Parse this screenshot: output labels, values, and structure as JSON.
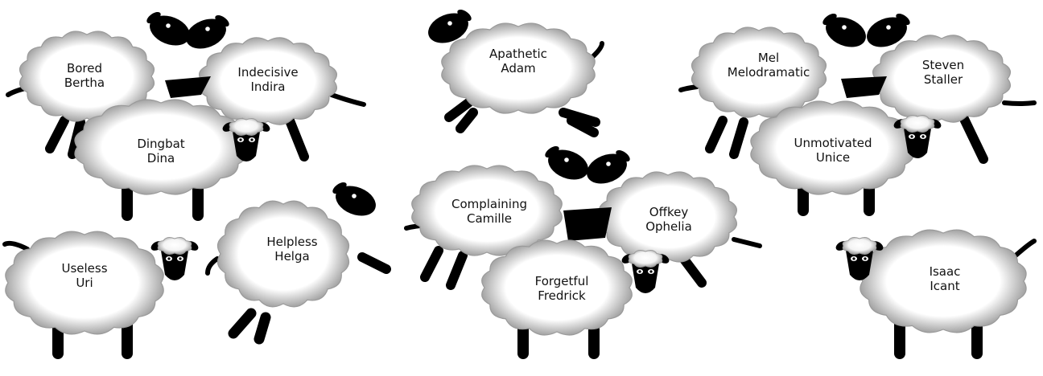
{
  "colors": {
    "wool_center": "#ffffff",
    "wool_edge": "#8a8a8a",
    "head": "#000000",
    "text": "#111111"
  },
  "sheep": [
    {
      "name_lines": [
        "Bored",
        "Bertha"
      ]
    },
    {
      "name_lines": [
        "Indecisive",
        "Indira"
      ]
    },
    {
      "name_lines": [
        "Dingbat",
        "Dina"
      ]
    },
    {
      "name_lines": [
        "Useless",
        "Uri"
      ]
    },
    {
      "name_lines": [
        "Helpless",
        "Helga"
      ]
    },
    {
      "name_lines": [
        "Apathetic",
        "Adam"
      ]
    },
    {
      "name_lines": [
        "Complaining",
        "Camille"
      ]
    },
    {
      "name_lines": [
        "Offkey",
        "Ophelia"
      ]
    },
    {
      "name_lines": [
        "Forgetful",
        "Fredrick"
      ]
    },
    {
      "name_lines": [
        "Mel",
        "Melodramatic"
      ]
    },
    {
      "name_lines": [
        "Steven",
        "Staller"
      ]
    },
    {
      "name_lines": [
        "Unmotivated",
        "Unice"
      ]
    },
    {
      "name_lines": [
        "Isaac",
        "Icant"
      ]
    }
  ]
}
